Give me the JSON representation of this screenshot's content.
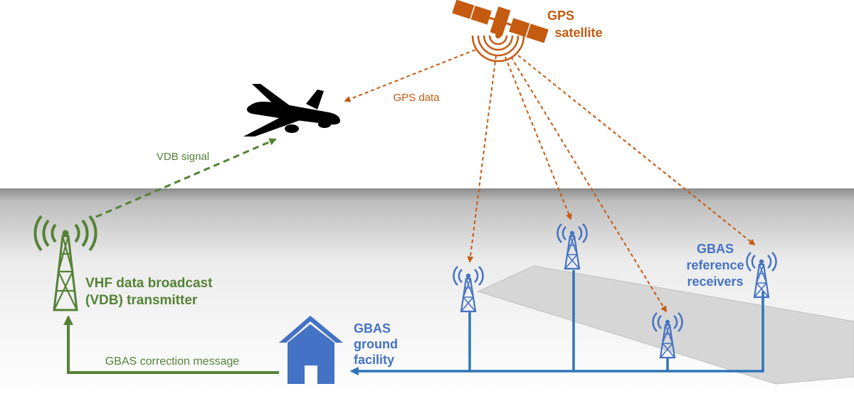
{
  "labels": {
    "gps_satellite": [
      "GPS",
      "satellite"
    ],
    "gps_data": "GPS data",
    "vdb_signal": "VDB signal",
    "vdb_transmitter": [
      "VHF data broadcast",
      "(VDB) transmitter"
    ],
    "gbas_ground_facility": [
      "GBAS",
      "ground",
      "facility"
    ],
    "gbas_reference_receivers": [
      "GBAS",
      "reference",
      "receivers"
    ],
    "gbas_correction_message": "GBAS correction message"
  },
  "colors": {
    "gps": "#c55a11",
    "vdb": "#548235",
    "gbas": "#4472c4",
    "link": "#2e75b6",
    "ground": "#d9d9d9",
    "runway": "#d6d6d6",
    "aircraft": "#000000"
  },
  "icons": [
    "satellite-icon",
    "aircraft-icon",
    "vdb-tower-icon",
    "reference-receiver-icon",
    "ground-facility-house-icon"
  ]
}
